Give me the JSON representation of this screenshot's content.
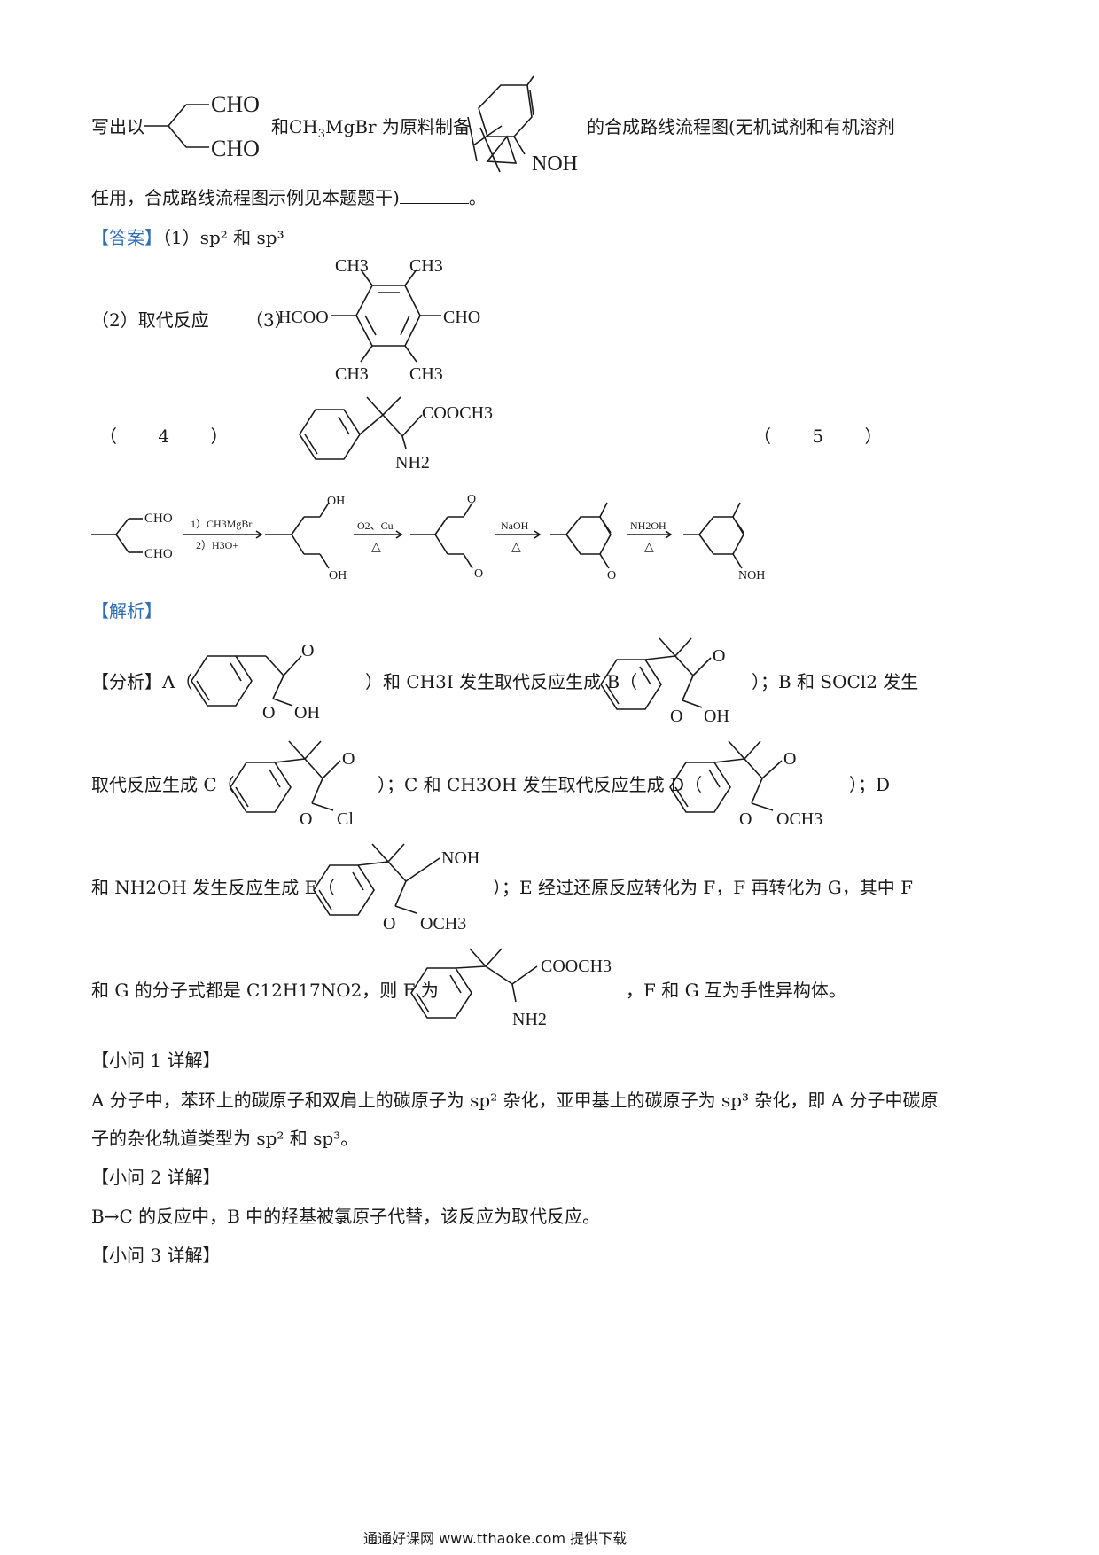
{
  "question": {
    "part1": "写出以",
    "part2_a": "和CH",
    "part2_b": "3",
    "part2_c": "MgBr 为原料制备",
    "part3": "的合成路线流程图(无机试剂和有机溶剂",
    "line2": "任用，合成路线流程图示例见本题题干)",
    "line2_end": "。",
    "reactant_labels": [
      "CHO",
      "CHO"
    ],
    "product_label": "NOH"
  },
  "answer": {
    "tag": "【答案】",
    "q1": "（1）sp² 和 sp³",
    "q2": "（2）取代反应",
    "q3_prefix": "（3）",
    "q3_labels": [
      "CH3",
      "CH3",
      "HCOO",
      "CHO",
      "CH3",
      "CH3"
    ],
    "q4_label": "（ 4 ）",
    "q4_labels": [
      "COOCH3",
      "NH2"
    ],
    "q5_label": "（ 5 ）",
    "route_labels": [
      "CHO",
      "CHO",
      "1）CH3MgBr",
      "2）H3O+",
      "OH",
      "OH",
      "O2、Cu",
      "△",
      "O",
      "O",
      "NaOH",
      "△",
      "O",
      "NH2OH",
      "△",
      "NOH"
    ]
  },
  "analysis": {
    "tag": "【解析】",
    "p1_a": "【分析】A（",
    "p1_b": "）和 CH3I 发生取代反应生成 B（",
    "p1_c": "）；B 和 SOCl2 发生",
    "p2_a": "取代反应生成 C（",
    "p2_b": "）；C 和 CH3OH 发生取代反应生成 D（",
    "p2_c": "）；D",
    "p3_a": "和 NH2OH 发生反应生成 E（",
    "p3_b": "）；E 经过还原反应转化为 F，F 再转化为 G，其中 F",
    "p4_a": "和 G 的分子式都是 C12H17NO2，则 F 为",
    "p4_b": "，F 和 G 互为手性异构体。",
    "mol_labels": {
      "A": [
        "O",
        "O",
        "OH"
      ],
      "B": [
        "O",
        "O",
        "OH"
      ],
      "C": [
        "O",
        "O",
        "Cl"
      ],
      "D": [
        "O",
        "O",
        "OCH3"
      ],
      "E": [
        "NOH",
        "O",
        "OCH3"
      ],
      "F": [
        "COOCH3",
        "NH2"
      ]
    }
  },
  "sub1": {
    "title": "【小问 1 详解】",
    "l1": "A 分子中，苯环上的碳原子和双肩上的碳原子为 sp² 杂化，亚甲基上的碳原子为 sp³ 杂化，即 A 分子中碳原",
    "l2": "子的杂化轨道类型为 sp² 和 sp³。"
  },
  "sub2": {
    "title": "【小问 2 详解】",
    "l1": "B→C 的反应中，B 中的羟基被氯原子代替，该反应为取代反应。"
  },
  "sub3": {
    "title": "【小问 3 详解】"
  },
  "footer": "通通好课网  www.tthaoke.com  提供下载"
}
